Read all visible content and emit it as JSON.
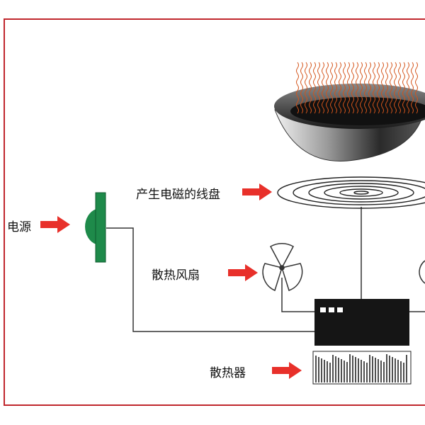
{
  "labels": {
    "power": "电源",
    "coil": "产生电磁的线盘",
    "fan": "散热风扇",
    "heatsink": "散热器"
  },
  "colors": {
    "border": "#c0272d",
    "arrow": "#e8302a",
    "switch": "#1e8a4a",
    "control_box": "#151515",
    "wire": "#333333",
    "heat_lines": "#d4541a"
  },
  "icons": {
    "power_switch": "power-switch-icon",
    "wok": "wok-icon",
    "coil": "coil-icon",
    "fan": "fan-icon",
    "control_box": "control-box-icon",
    "heatsink": "heatsink-icon"
  }
}
